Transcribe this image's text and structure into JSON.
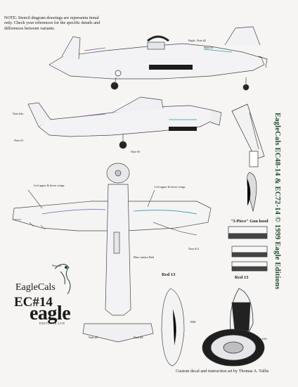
{
  "sheet": {
    "note": "NOTE: Stencil diagram drawings are representa tional only. Check your references for the specific details and differences between variants.",
    "side_title": "EagleCals EC48-14 & EC72-14  © 1999 Eagle Editions",
    "gun_hood_label": "\"3-Piece\" Gun hood",
    "red13_left": "Red 13",
    "red13_right": "Red 13",
    "credit": "Custom decal and instruction art by Thomas A. Tullis"
  },
  "logo": {
    "brand": "EagleCals",
    "number": "EC#14",
    "wordmark": "eagle",
    "editions": "EDITIONS LTD"
  },
  "callouts": {
    "top_view_1": "Eagle, Note #2",
    "top_view_2": "Note #3",
    "side_1": "Note #4a",
    "side_2": "Note #1",
    "side_3": "Note #5",
    "plan_left": "Left upper & lower wings",
    "plan_right": "Left upper & lower wings",
    "plan_center": "Note #4",
    "plan_fuse": "Blue surface Belt",
    "plan_mid": "Note #11",
    "fin": "Note #16",
    "tail_left": "Note #9",
    "tail_right": "Note #9",
    "spinner": "1998"
  },
  "colors": {
    "brand_green": "#1f4a2a",
    "ink": "#1a1a1a",
    "accent_purple": "#7a5ab0",
    "accent_teal": "#2f9aa8"
  }
}
